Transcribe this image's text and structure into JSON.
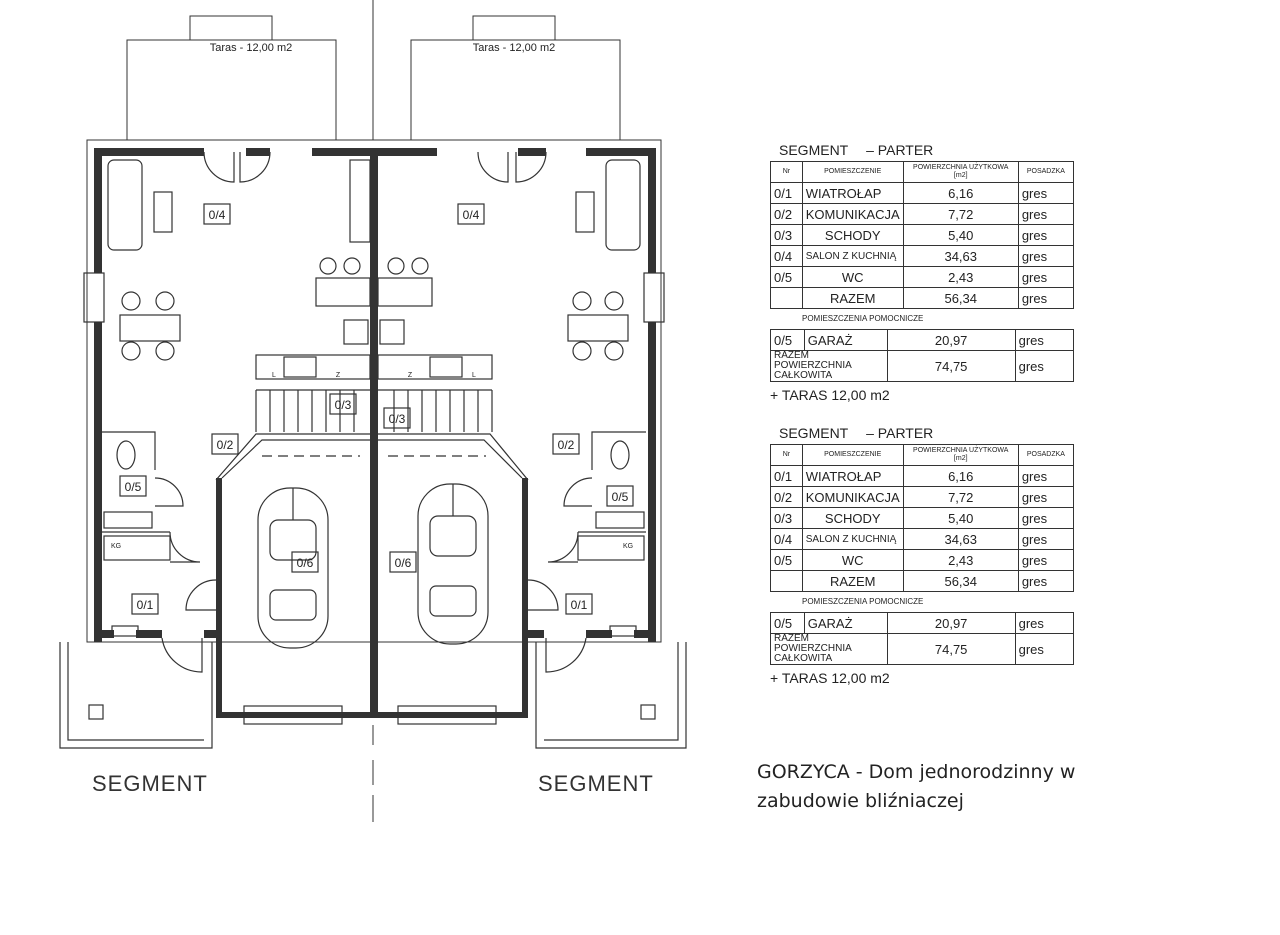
{
  "plan": {
    "terrace_label": "Taras - 12,00 m2",
    "segment_label": "SEGMENT",
    "left_rooms": {
      "salon": "0/4",
      "komunikacja": "0/2",
      "wc": "0/5",
      "wiatrolap": "0/1",
      "schody": "0/3",
      "garaz": "0/6"
    },
    "right_rooms": {
      "salon": "0/4",
      "komunikacja": "0/2",
      "wc": "0/5",
      "wiatrolap": "0/1",
      "schody": "0/3",
      "garaz": "0/6"
    },
    "kg_label": "KG",
    "l_label": "L",
    "z_label": "Z"
  },
  "tables": [
    {
      "heading": {
        "segment": "SEGMENT",
        "level": "– PARTER"
      },
      "columns": {
        "nr": "Nr",
        "room": "POMIESZCZENIE",
        "area": "POWIERZCHNIA UŻYTKOWA [m2]",
        "floor": "POSADZKA"
      },
      "rows": [
        {
          "nr": "0/1",
          "name": "WIATROŁAP",
          "area": "6,16",
          "floor": "gres"
        },
        {
          "nr": "0/2",
          "name": "KOMUNIKACJA",
          "area": "7,72",
          "floor": "gres"
        },
        {
          "nr": "0/3",
          "name": "SCHODY",
          "area": "5,40",
          "floor": "gres"
        },
        {
          "nr": "0/4",
          "name": "SALON Z KUCHNIĄ",
          "area": "34,63",
          "floor": "gres"
        },
        {
          "nr": "0/5",
          "name": "WC",
          "area": "2,43",
          "floor": "gres"
        },
        {
          "nr": "",
          "name": "RAZEM",
          "area": "56,34",
          "floor": "gres"
        }
      ],
      "aux_label": "POMIESZCZENIA POMOCNICZE",
      "aux_rows": [
        {
          "nr": "0/5",
          "name": "GARAŻ",
          "area": "20,97",
          "floor": "gres"
        },
        {
          "name": "RAZEM POWIERZCHNIA CAŁKOWITA",
          "area": "74,75",
          "floor": "gres"
        }
      ],
      "taras": "+ TARAS 12,00 m2"
    },
    {
      "heading": {
        "segment": "SEGMENT",
        "level": "– PARTER"
      },
      "columns": {
        "nr": "Nr",
        "room": "POMIESZCZENIE",
        "area": "POWIERZCHNIA UŻYTKOWA [m2]",
        "floor": "POSADZKA"
      },
      "rows": [
        {
          "nr": "0/1",
          "name": "WIATROŁAP",
          "area": "6,16",
          "floor": "gres"
        },
        {
          "nr": "0/2",
          "name": "KOMUNIKACJA",
          "area": "7,72",
          "floor": "gres"
        },
        {
          "nr": "0/3",
          "name": "SCHODY",
          "area": "5,40",
          "floor": "gres"
        },
        {
          "nr": "0/4",
          "name": "SALON Z KUCHNIĄ",
          "area": "34,63",
          "floor": "gres"
        },
        {
          "nr": "0/5",
          "name": "WC",
          "area": "2,43",
          "floor": "gres"
        },
        {
          "nr": "",
          "name": "RAZEM",
          "area": "56,34",
          "floor": "gres"
        }
      ],
      "aux_label": "POMIESZCZENIA POMOCNICZE",
      "aux_rows": [
        {
          "nr": "0/5",
          "name": "GARAŻ",
          "area": "20,97",
          "floor": "gres"
        },
        {
          "name": "RAZEM POWIERZCHNIA CAŁKOWITA",
          "area": "74,75",
          "floor": "gres"
        }
      ],
      "taras": "+ TARAS 12,00 m2"
    }
  ],
  "title": {
    "line1": "GORZYCA - Dom jednorodzinny w",
    "line2": "zabudowie bliźniaczej"
  }
}
